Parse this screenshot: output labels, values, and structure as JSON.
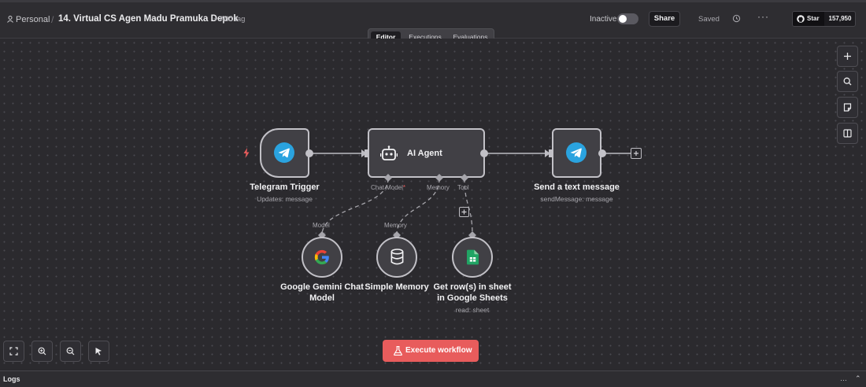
{
  "header": {
    "project": "Personal",
    "workflow_name": "14. Virtual CS Agen Madu Pramuka Depok",
    "add_tag": "+ Add tag",
    "status_label": "Inactive",
    "share_label": "Share",
    "saved_label": "Saved",
    "github_star_label": "Star",
    "github_star_count": "157,950"
  },
  "tabs": [
    {
      "label": "Editor",
      "active": true
    },
    {
      "label": "Executions",
      "active": false
    },
    {
      "label": "Evaluations",
      "active": false
    }
  ],
  "nodes": {
    "telegram_trigger": {
      "title": "Telegram Trigger",
      "subtitle": "Updates: message",
      "icon": "telegram-icon"
    },
    "ai_agent": {
      "title": "AI Agent",
      "icon": "robot-icon",
      "ports": {
        "chat_model": "Chat Model",
        "chat_model_required": "*",
        "memory": "Memory",
        "tool": "Tool"
      }
    },
    "send_message": {
      "title": "Send a text message",
      "subtitle": "sendMessage: message",
      "icon": "telegram-icon"
    },
    "gemini": {
      "title_line1": "Google Gemini Chat",
      "title_line2": "Model",
      "port_label": "Model",
      "icon": "google-icon"
    },
    "simple_memory": {
      "title": "Simple Memory",
      "port_label": "Memory",
      "icon": "database-icon"
    },
    "google_sheets": {
      "title_line1": "Get row(s) in sheet",
      "title_line2": "in Google Sheets",
      "subtitle": "read: sheet",
      "icon": "google-sheets-icon"
    }
  },
  "execute_button": "Execute workflow",
  "logs": {
    "label": "Logs",
    "controls": [
      "…",
      "⌃"
    ]
  },
  "colors": {
    "accent": "#e85c5c",
    "telegram": "#2aa3df",
    "sheets": "#21a464",
    "trigger": "#e85c5c"
  }
}
